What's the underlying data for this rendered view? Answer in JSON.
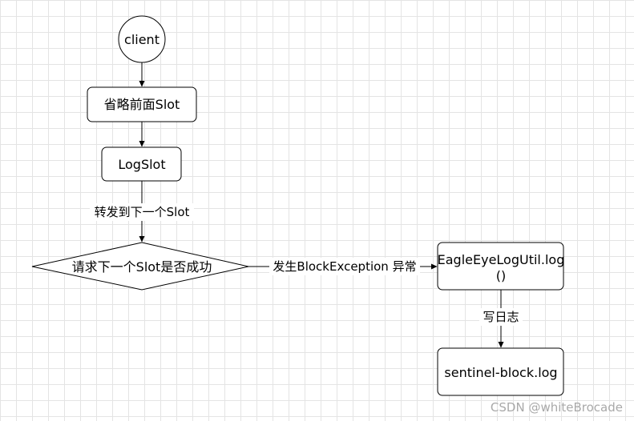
{
  "nodes": {
    "client": "client",
    "skip_slots": "省略前面Slot",
    "log_slot": "LogSlot",
    "decision": "请求下一个Slot是否成功",
    "eagle_line1": "EagleEyeLogUtil.log",
    "eagle_line2": "()",
    "block_log": "sentinel-block.log"
  },
  "edges": {
    "forward": "转发到下一个Slot",
    "exception": "发生BlockException 异常",
    "write_log": "写日志"
  },
  "watermark": "CSDN @whiteBrocade"
}
